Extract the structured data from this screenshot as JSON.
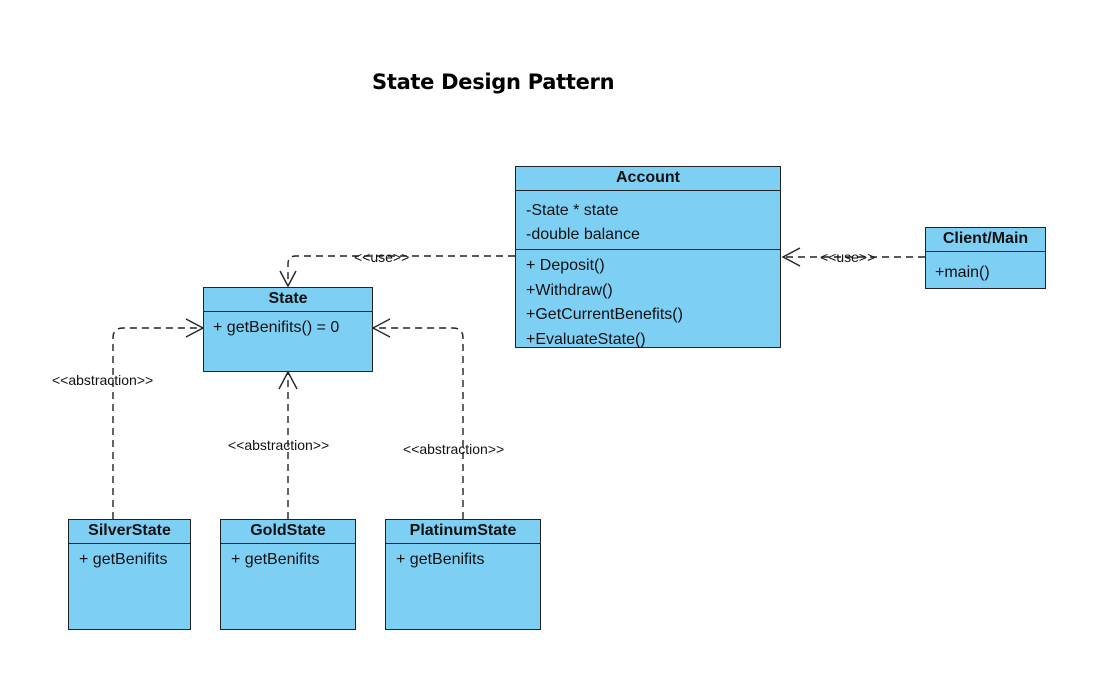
{
  "title": "State Design Pattern",
  "classes": {
    "account": {
      "name": "Account",
      "attributes": [
        "-State * state",
        "-double balance"
      ],
      "methods": [
        "+ Deposit()",
        "+Withdraw()",
        "+GetCurrentBenefits()",
        "+EvaluateState()"
      ]
    },
    "client": {
      "name": "Client/Main",
      "methods": [
        "+main()"
      ]
    },
    "state": {
      "name": "State",
      "methods": [
        "+ getBenifits() = 0"
      ]
    },
    "silver": {
      "name": "SilverState",
      "methods": [
        "+ getBenifits"
      ]
    },
    "gold": {
      "name": "GoldState",
      "methods": [
        "+ getBenifits"
      ]
    },
    "platinum": {
      "name": "PlatinumState",
      "methods": [
        "+ getBenifits"
      ]
    }
  },
  "relations": {
    "account_state": "<<use>>",
    "client_account": "<<use>>",
    "silver_state": "<<abstraction>>",
    "gold_state": "<<abstraction>>",
    "platinum_state": "<<abstraction>>"
  },
  "colors": {
    "class_fill": "#7dcff4",
    "stroke": "#222222",
    "background": "#ffffff"
  }
}
